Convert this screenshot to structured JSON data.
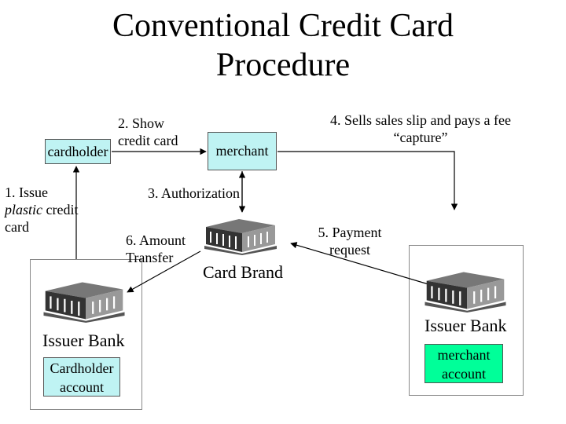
{
  "title_line1": "Conventional Credit Card",
  "title_line2": "Procedure",
  "nodes": {
    "cardholder": "cardholder",
    "merchant": "merchant",
    "card_brand": "Card Brand",
    "issuer_bank_left": "Issuer Bank",
    "issuer_bank_right": "Issuer Bank",
    "cardholder_account": [
      "Cardholder",
      "account"
    ],
    "merchant_account": [
      "merchant",
      "account"
    ]
  },
  "steps": {
    "s1_a": "1. Issue",
    "s1_b_italic": "plastic",
    "s1_b_rest": " credit",
    "s1_c": "card",
    "s2_a": "2. Show",
    "s2_b": "credit card",
    "s3": "3. Authorization",
    "s4_a": "4. Sells sales slip and pays a fee",
    "s4_b": "“capture”",
    "s5_a": "5. Payment",
    "s5_b": "request",
    "s6_a": "6. Amount",
    "s6_b": "Transfer"
  },
  "colors": {
    "cardholder_box": "#bff3f3",
    "merchant_account_box": "#00ff99",
    "lines": "#000000"
  },
  "icons": [
    "bank-building-icon"
  ]
}
